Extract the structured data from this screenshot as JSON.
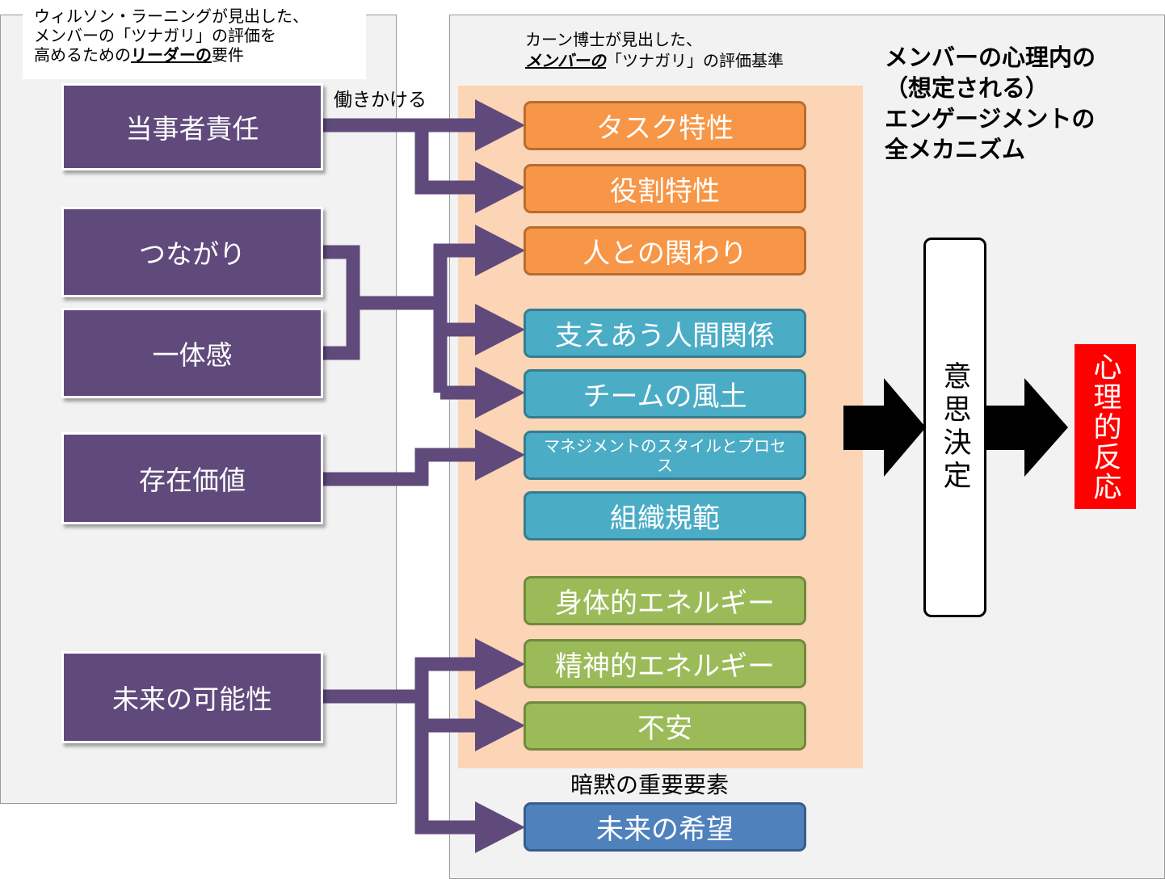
{
  "left_caption": {
    "line1": "ウィルソン・ラーニングが見出した、",
    "line2": "メンバーの「ツナガリ」の評価を",
    "line3_pre": "高めるための",
    "line3_emph": "リーダーの",
    "line3_post": "要件"
  },
  "mid_caption": {
    "line1": "カーン博士が見出した、",
    "line2_emph": "メンバーの",
    "line2_post": "「ツナガリ」の評価基準"
  },
  "mechanism_title": [
    "メンバーの心理内の",
    "（想定される）",
    "エンゲージメントの",
    "全メカニズム"
  ],
  "work_on_label": "働きかける",
  "leader_requirements": [
    "当事者責任",
    "つながり",
    "一体感",
    "存在価値",
    "未来の可能性"
  ],
  "criteria": {
    "orange": [
      "タスク特性",
      "役割特性",
      "人との関わり"
    ],
    "teal": [
      "支えあう人間関係",
      "チームの風土",
      "マネジメントのスタイルとプロセス",
      "組織規範"
    ],
    "green": [
      "身体的エネルギー",
      "精神的エネルギー",
      "不安"
    ],
    "implicit_label": "暗黙の重要要素",
    "blue": [
      "未来の希望"
    ]
  },
  "decision_label": "意思決定",
  "reaction_label": "心理的反応",
  "colors": {
    "leader": "#604a7b",
    "orange": "#f79646",
    "teal": "#4bacc6",
    "green": "#9bbb59",
    "blue": "#4f81bd",
    "peach": "#fbd5b5",
    "reaction": "#ff0000"
  }
}
